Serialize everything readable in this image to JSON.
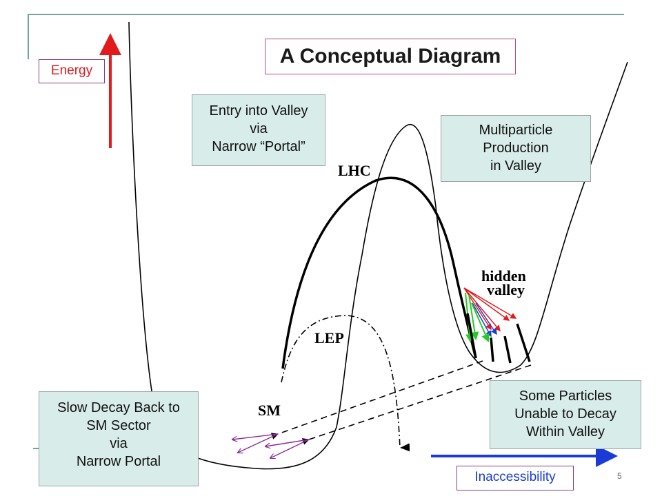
{
  "title": "A Conceptual Diagram",
  "axes": {
    "energy_label": "Energy",
    "inaccessibility_label": "Inaccessibility"
  },
  "region_labels": {
    "lhc": "LHC",
    "lep": "LEP",
    "sm": "SM",
    "hidden_valley_line1": "hidden",
    "hidden_valley_line2": "valley"
  },
  "notes": {
    "entry": [
      "Entry into Valley",
      "via",
      "Narrow “Portal”"
    ],
    "multiparticle": [
      "Multiparticle",
      "Production",
      "in Valley"
    ],
    "some_particles": [
      "Some Particles",
      "Unable to Decay",
      "Within Valley"
    ],
    "slow_decay": [
      "Slow Decay Back to",
      "SM Sector",
      "via",
      "Narrow Portal"
    ]
  },
  "page_number": "5",
  "colors": {
    "energy_arrow": "#e11b1b",
    "inaccessibility_arrow": "#1a3bd8",
    "note_fill": "#d8ecea",
    "frame": "#6fa59c",
    "title_border": "#b0488a",
    "decay_arrows": "#8b2a9a",
    "valley_red": "#e11b1b",
    "valley_green": "#22cc22",
    "valley_blue": "#1a3bd8"
  }
}
